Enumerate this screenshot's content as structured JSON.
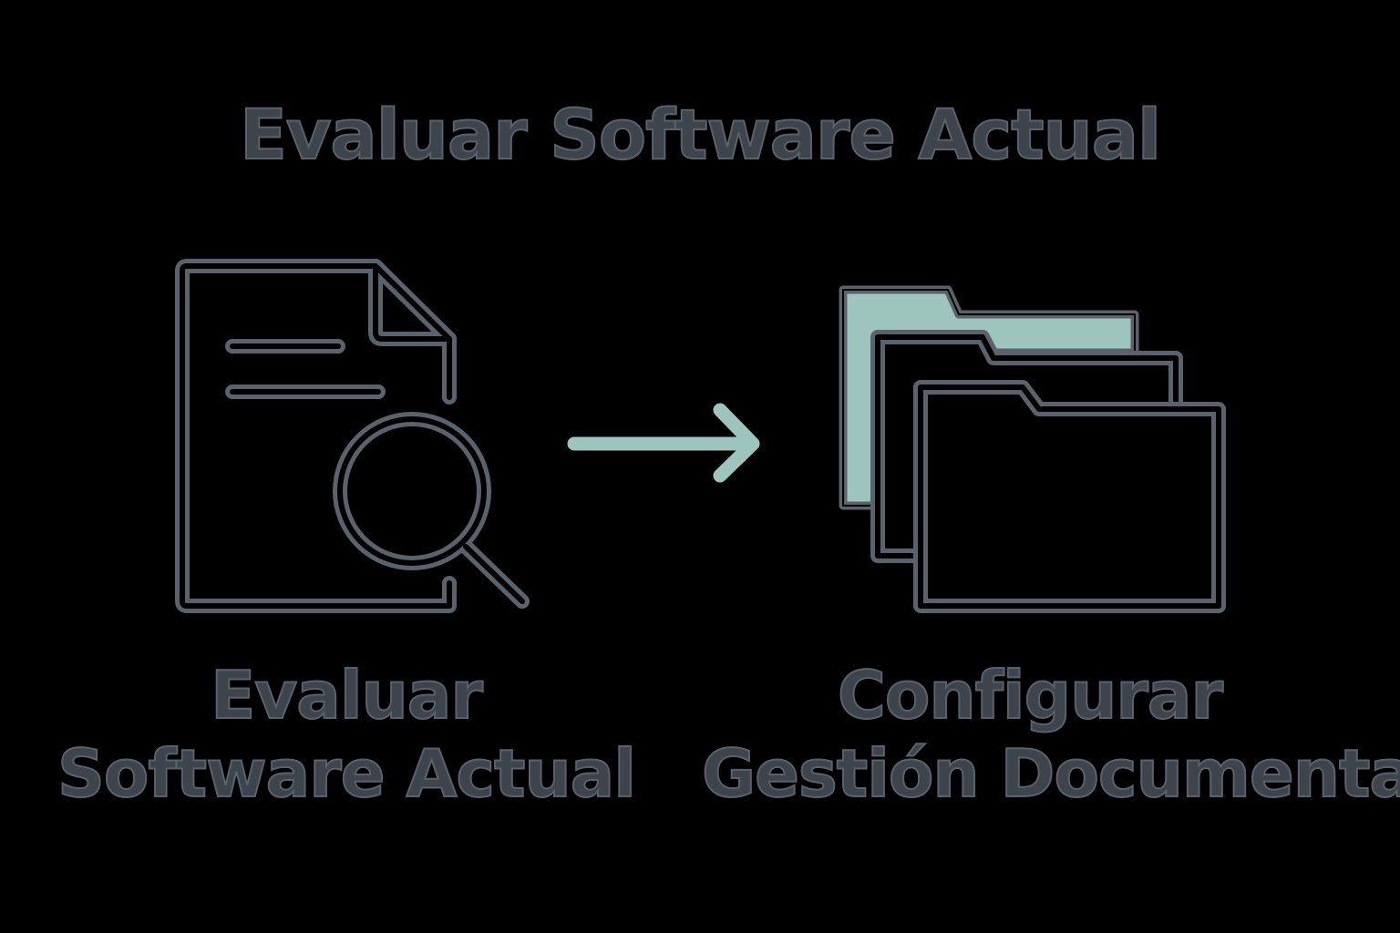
{
  "title": "Evaluar Software Actual",
  "steps": [
    {
      "icon": "document-search-icon",
      "line1": "Evaluar",
      "line2": "Software Actual"
    },
    {
      "icon": "folders-icon",
      "line1": "Configurar",
      "line2": "Gestión Documental"
    }
  ],
  "connector": "arrow-right-icon",
  "colors": {
    "background": "#000000",
    "outline": "#3d444b",
    "accent": "#9ec5bd"
  }
}
